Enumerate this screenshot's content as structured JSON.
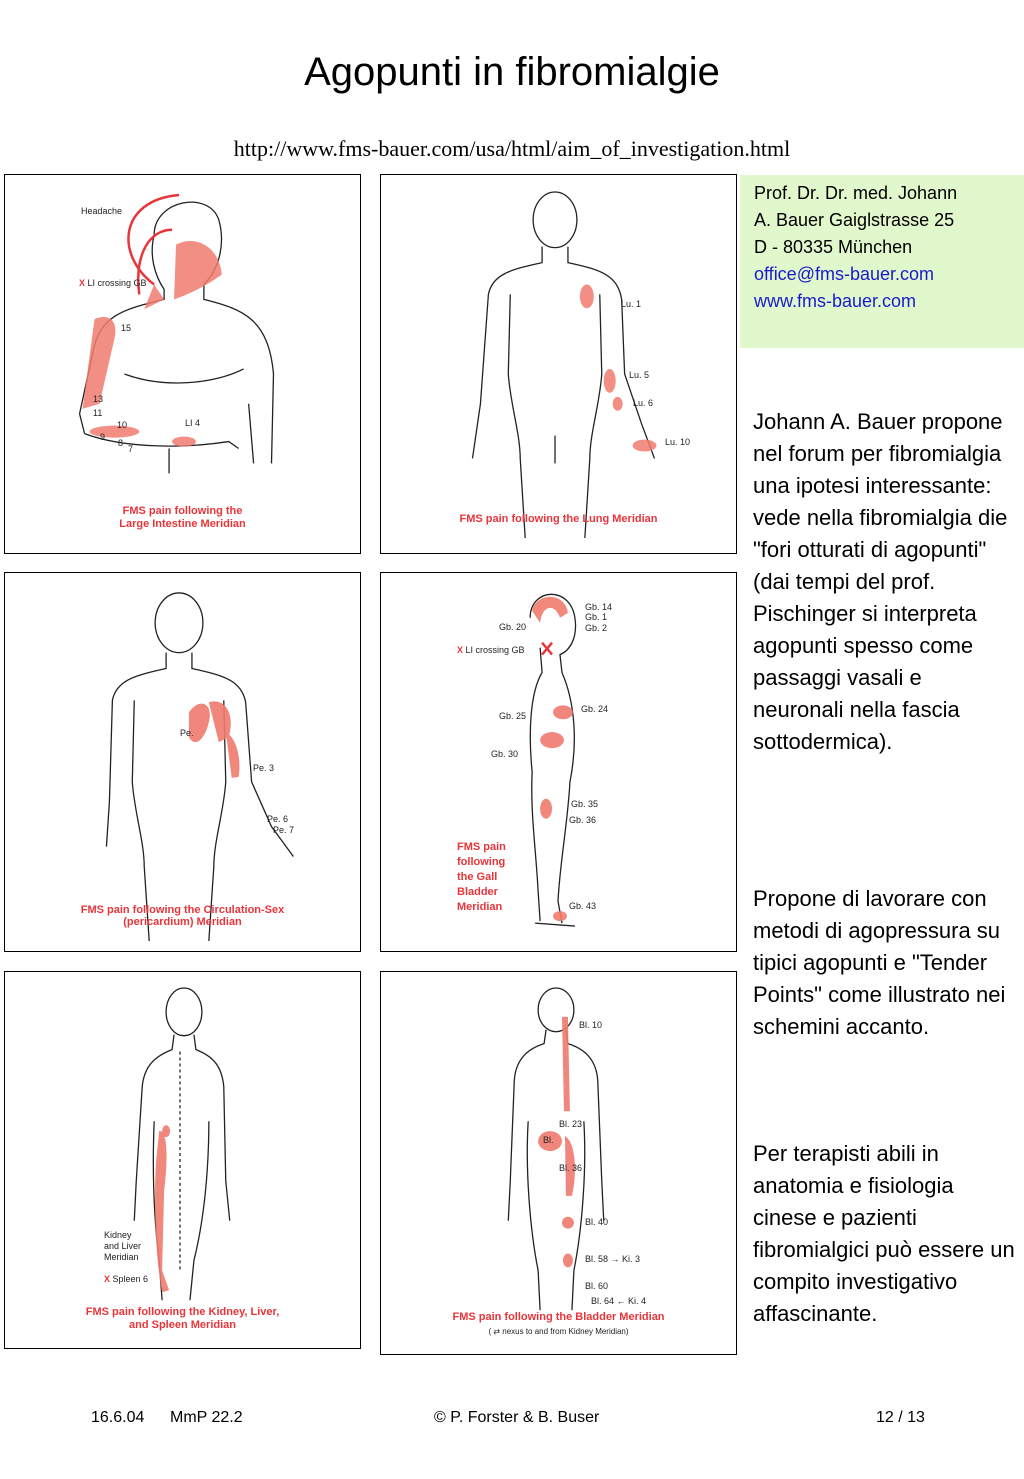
{
  "title": "Agopunti in fibromialgie",
  "url": "http://www.fms-bauer.com/usa/html/aim_of_investigation.html",
  "colors": {
    "accent_red": "#e8353a",
    "pain_fill": "#f07b6e",
    "contact_bg": "#e1f7cc",
    "link_blue": "#1a1acc"
  },
  "contact": {
    "line1": "Prof. Dr. Dr. med. Johann",
    "line2": "A. Bauer Gaiglstrasse 25",
    "line3": "D - 80335 München",
    "email": "office@fms-bauer.com",
    "web": "www.fms-bauer.com"
  },
  "paragraphs": [
    "Johann A. Bauer propone nel forum per fibromialgia una ipotesi interessante: vede nella fibromialgia die \"fori otturati di agopunti\" (dai tempi del prof. Pischinger si interpreta agopunti spesso come passaggi vasali e neuronali nella fascia sottodermica).",
    "Propone di lavorare con metodi di agopressura su tipici agopunti e \"Tender Points\" come illustrato nei schemini accanto.",
    "Per terapisti abili in anatomia e fisiologia cinese e pazienti fibromialgici può essere un compito investigativo affascinante."
  ],
  "panels": {
    "p1": {
      "caption1": "FMS pain following the",
      "caption2": "Large Intestine Meridian",
      "labels": {
        "headache": "Headache",
        "crossing": "LI crossing GB",
        "n15": "15",
        "n13": "13",
        "n11": "11",
        "n10": "10",
        "n9": "9",
        "n8": "8",
        "n7": "7",
        "li4": "LI 4"
      }
    },
    "p2": {
      "caption1": "FMS pain following the Lung Meridian",
      "labels": {
        "lu1": "Lu. 1",
        "lu5": "Lu. 5",
        "lu6": "Lu. 6",
        "lu10": "Lu. 10"
      }
    },
    "p3": {
      "caption1": "FMS pain following the Circulation-Sex",
      "caption2": "(pericardium) Meridian",
      "labels": {
        "pe1": "Pe.",
        "pe3": "Pe. 3",
        "pe6": "Pe. 6",
        "pe7": "Pe. 7"
      }
    },
    "p4": {
      "caption1": "FMS pain",
      "caption2": "following",
      "caption3": "the Gall",
      "caption4": "Bladder",
      "caption5": "Meridian",
      "labels": {
        "gb14": "Gb. 14",
        "gb1": "Gb. 1",
        "gb2": "Gb. 2",
        "gb20": "Gb. 20",
        "crossing": "LI crossing GB",
        "gb24": "Gb. 24",
        "gb25": "Gb. 25",
        "gb30": "Gb. 30",
        "gb35": "Gb. 35",
        "gb36": "Gb. 36",
        "gb43": "Gb. 43"
      }
    },
    "p5": {
      "caption1": "FMS pain following the Kidney, Liver,",
      "caption2": "and Spleen Meridian",
      "labels": {
        "kidney1": "Kidney",
        "kidney2": "and Liver",
        "kidney3": "Meridian",
        "spleen": "Spleen 6"
      }
    },
    "p6": {
      "caption1": "FMS pain following the Bladder Meridian",
      "caption2": "( ⇄ nexus to and from Kidney Meridian)",
      "labels": {
        "bl10": "Bl. 10",
        "bl23": "Bl. 23",
        "bl": "Bl.",
        "bl36": "Bl. 36",
        "bl40": "Bl. 40",
        "bl58": "Bl. 58 → Ki. 3",
        "bl60": "Bl. 60",
        "bl64": "Bl. 64 ← Ki. 4"
      }
    }
  },
  "footer": {
    "date": "16.6.04",
    "code": "MmP 22.2",
    "copyright": "© P. Forster & B. Buser",
    "page": "12 / 13"
  }
}
